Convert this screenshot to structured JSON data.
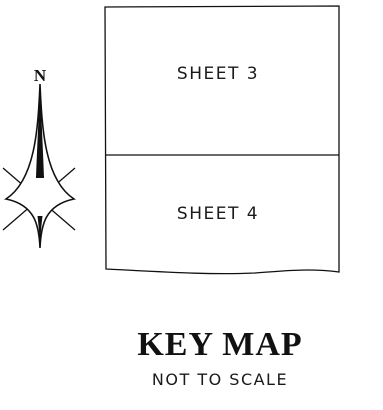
{
  "north_arrow": {
    "letter": "N"
  },
  "sheets": [
    {
      "label": "SHEET 3"
    },
    {
      "label": "SHEET 4"
    }
  ],
  "title": "KEY MAP",
  "subtitle": "NOT TO SCALE",
  "colors": {
    "ink": "#111111",
    "background": "#ffffff"
  }
}
